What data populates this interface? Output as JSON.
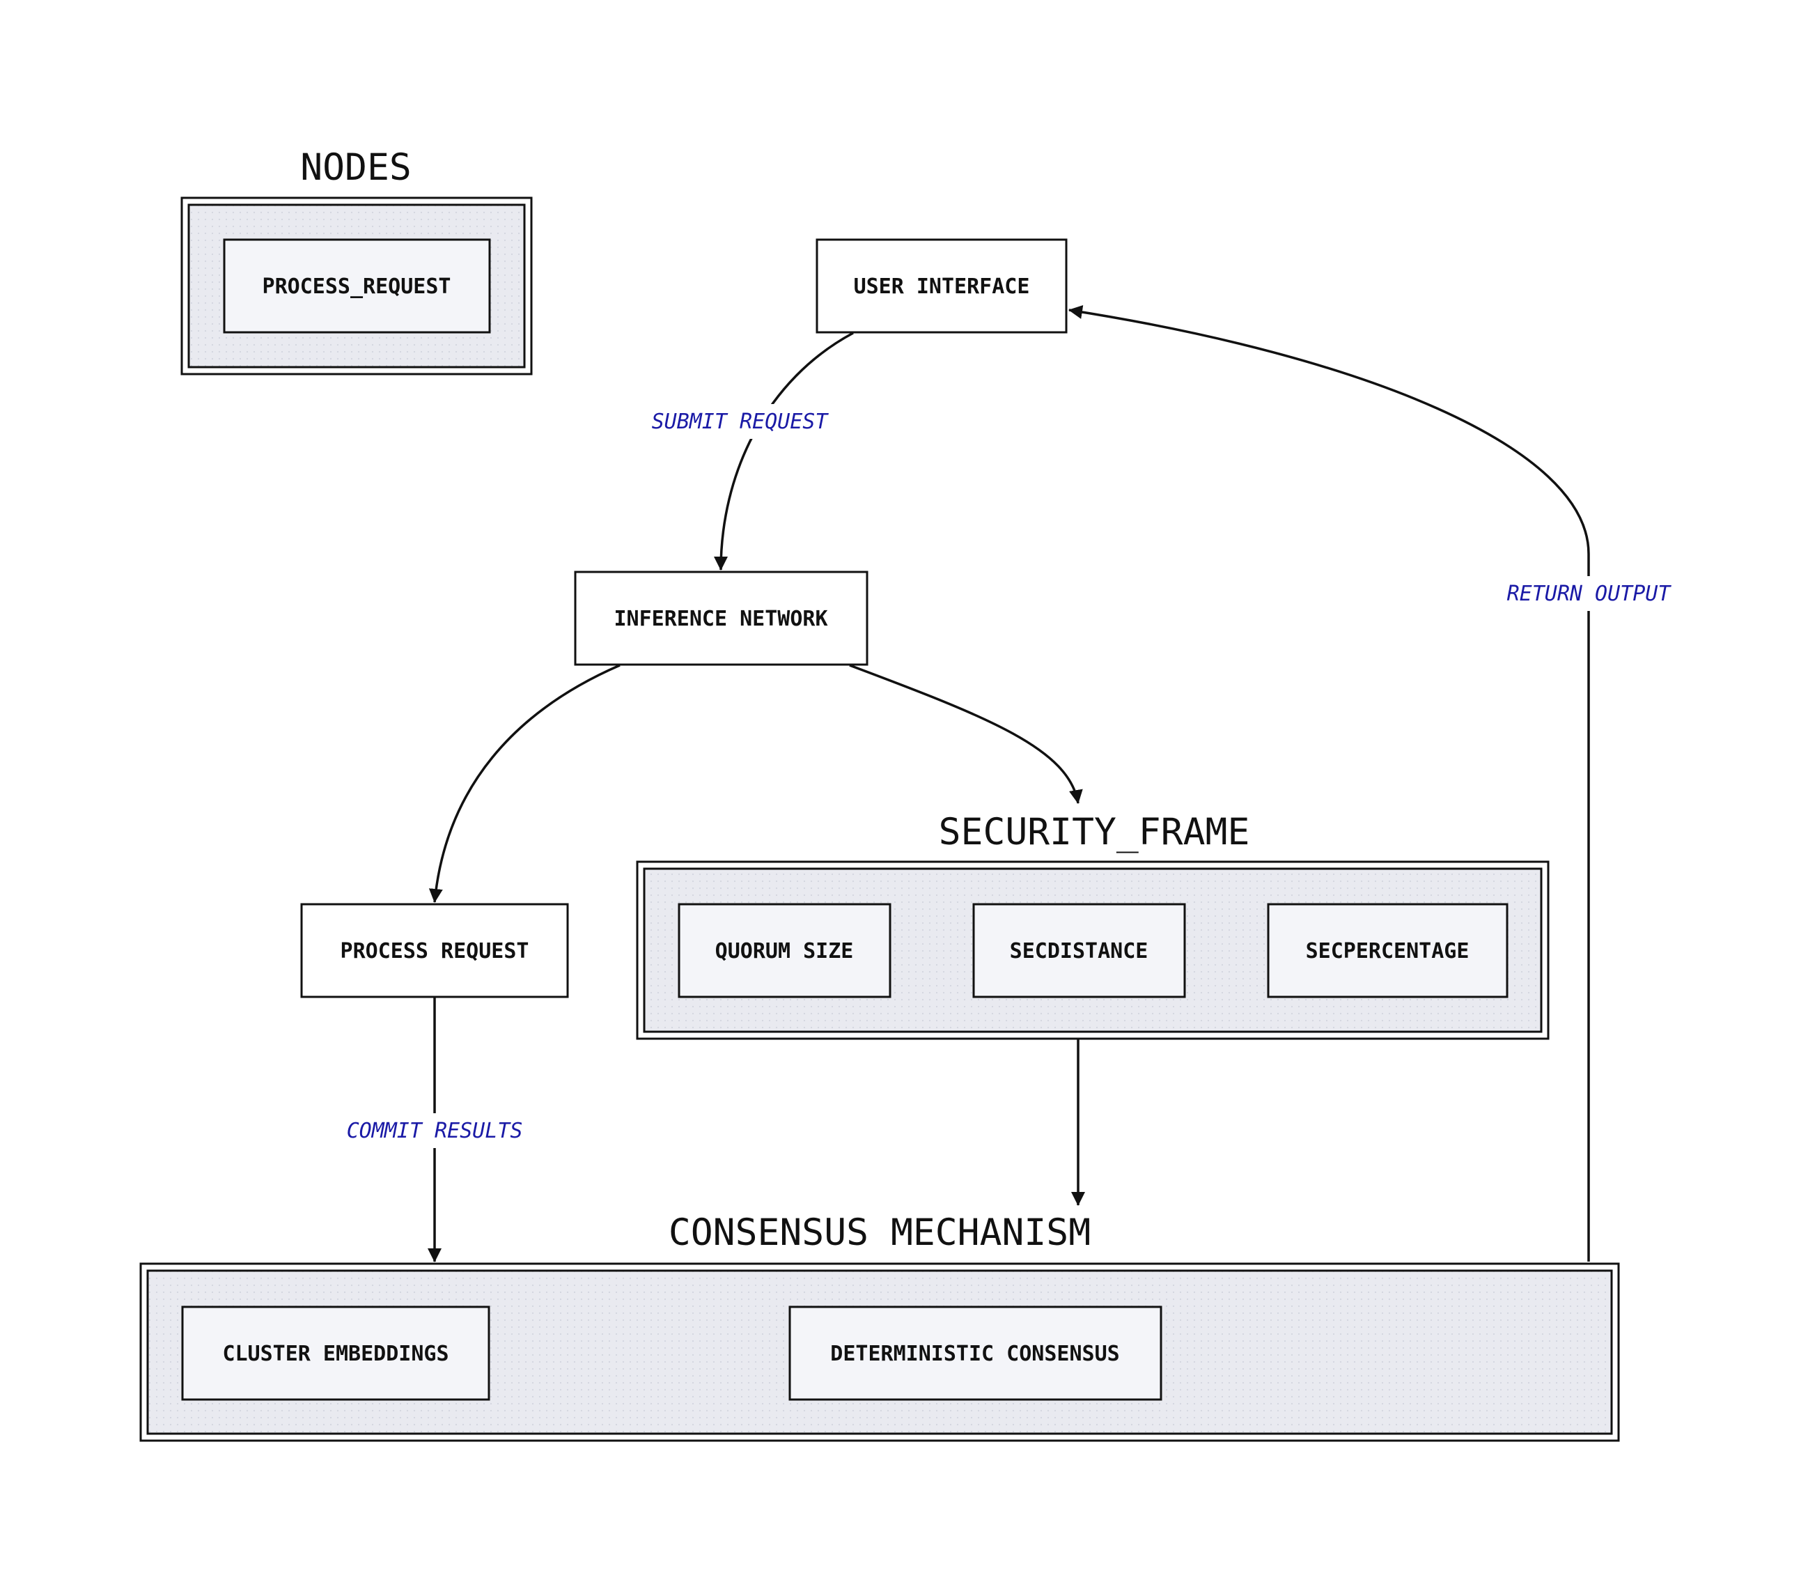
{
  "groups": {
    "nodes": {
      "title": "NODES",
      "items": [
        "PROCESS_REQUEST"
      ]
    },
    "security_frame": {
      "title": "SECURITY_FRAME",
      "items": [
        "QUORUM SIZE",
        "SECDISTANCE",
        "SECPERCENTAGE"
      ]
    },
    "consensus": {
      "title": "CONSENSUS MECHANISM",
      "items": [
        "CLUSTER EMBEDDINGS",
        "DETERMINISTIC CONSENSUS"
      ]
    }
  },
  "nodes": {
    "user_interface": "USER INTERFACE",
    "inference_network": "INFERENCE NETWORK",
    "process_request": "PROCESS REQUEST"
  },
  "edges": {
    "submit_request": "SUBMIT REQUEST",
    "return_output": "RETURN OUTPUT",
    "commit_results": "COMMIT RESULTS"
  },
  "colors": {
    "edge_label": "#1a1aa6",
    "group_fill": "#e9eaf0",
    "node_fill": "#ffffff",
    "inner_node_fill": "#f4f5f9",
    "stroke": "#111111"
  }
}
